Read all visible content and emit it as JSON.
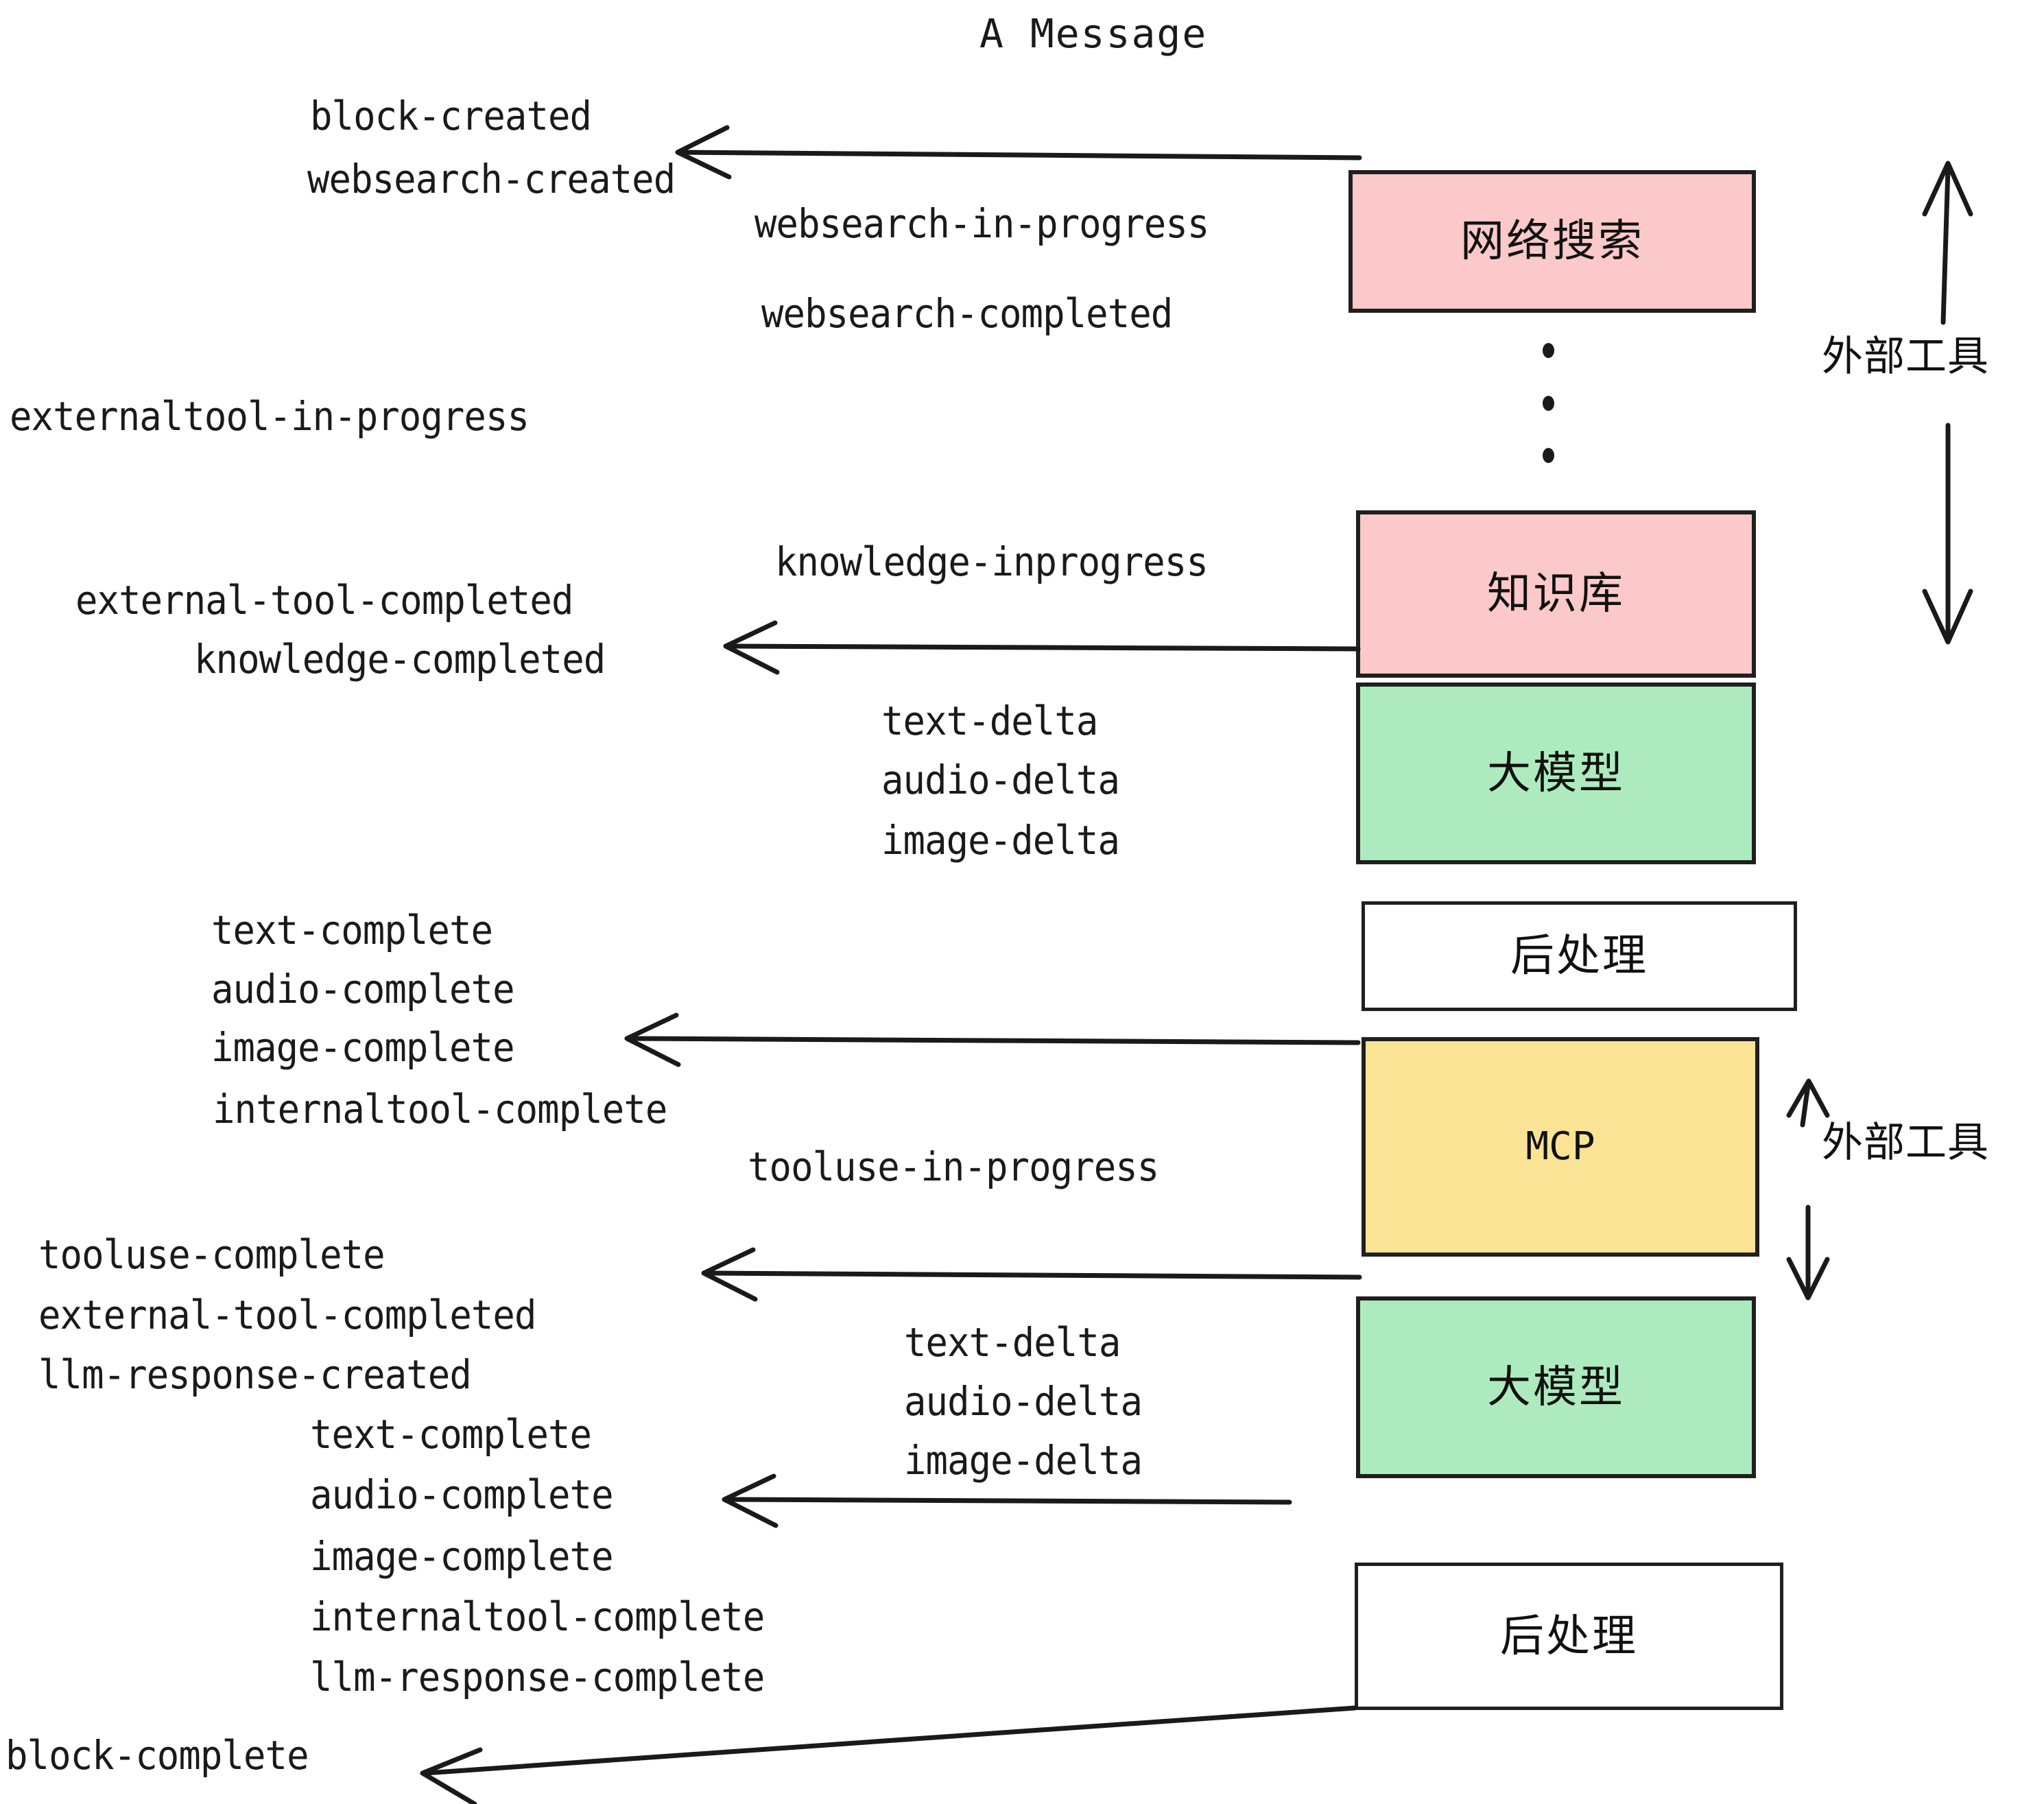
{
  "title": "A Message",
  "colors": {
    "pink": "#FBC9C9",
    "green": "#ADEBBE",
    "yellow": "#FAE394",
    "white": "#FFFFFF",
    "stroke": "#1F1F1F",
    "text": "#1A1A1A"
  },
  "nodes": [
    {
      "id": "websearch",
      "label": "网络搜索",
      "fill": "pink"
    },
    {
      "id": "knowledgebase",
      "label": "知识库",
      "fill": "pink"
    },
    {
      "id": "llm-1",
      "label": "大模型",
      "fill": "green"
    },
    {
      "id": "postprocess-1",
      "label": "后处理",
      "fill": "white"
    },
    {
      "id": "mcp",
      "label": "MCP",
      "fill": "yellow"
    },
    {
      "id": "llm-2",
      "label": "大模型",
      "fill": "green"
    },
    {
      "id": "postprocess-2",
      "label": "后处理",
      "fill": "white"
    }
  ],
  "side_labels": [
    {
      "id": "external-tool-top",
      "text": "外部工具"
    },
    {
      "id": "external-tool-bottom",
      "text": "外部工具"
    }
  ],
  "events": {
    "e01": "block-created",
    "e02": "websearch-created",
    "e03": "websearch-in-progress",
    "e04": "websearch-completed",
    "e05": "externaltool-in-progress",
    "e06": "knowledge-inprogress",
    "e07": "external-tool-completed",
    "e08": "knowledge-completed",
    "e09": "text-delta",
    "e10": "audio-delta",
    "e11": "image-delta",
    "e12": "text-complete",
    "e13": "audio-complete",
    "e14": "image-complete",
    "e15": "internaltool-complete",
    "e16": "tooluse-in-progress",
    "e17": "tooluse-complete",
    "e18": "external-tool-completed",
    "e19": "llm-response-created",
    "e20": "text-complete",
    "e21": "audio-complete",
    "e22": "image-complete",
    "e23": "internaltool-complete",
    "e24": "llm-response-complete",
    "e25": "block-complete",
    "e26": "text-delta",
    "e27": "audio-delta",
    "e28": "image-delta"
  }
}
